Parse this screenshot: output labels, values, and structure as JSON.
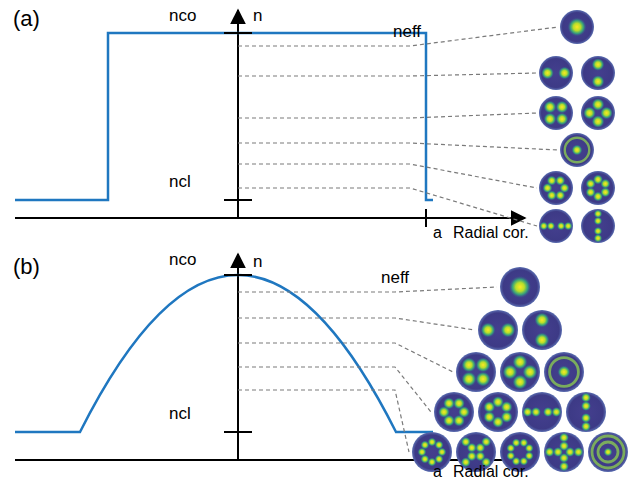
{
  "diagram": {
    "labels": [
      "(a)",
      "nco",
      "n",
      "neff",
      "ncl",
      "a",
      "Radial cor.",
      "(b)",
      "nco",
      "n",
      "neff",
      "ncl",
      "a",
      "Radial cor."
    ]
  }
}
